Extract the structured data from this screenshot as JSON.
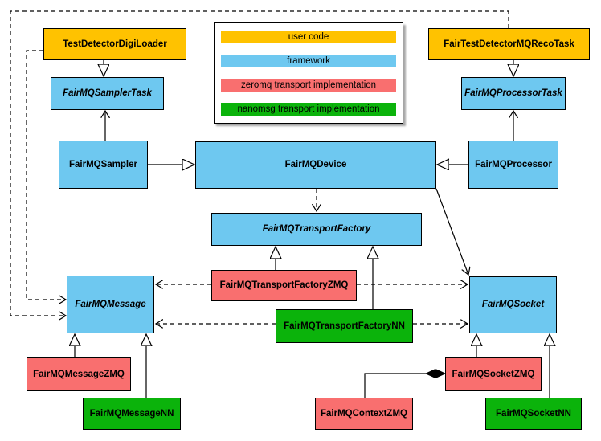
{
  "diagram": {
    "kind": "class-diagram",
    "subject": "FairMQ framework class relationships"
  },
  "colors": {
    "user_code": "#FFC200",
    "framework": "#6EC8F0",
    "zeromq": "#F96F6F",
    "nanomsg": "#0BB30B",
    "line": "#000000",
    "background": "#FFFFFF"
  },
  "legend": {
    "items": [
      {
        "label": "user code",
        "category": "user_code"
      },
      {
        "label": "framework",
        "category": "framework"
      },
      {
        "label": "zeromq transport implementation",
        "category": "zeromq"
      },
      {
        "label": "nanomsg transport implementation",
        "category": "nanomsg"
      }
    ]
  },
  "nodes": {
    "testDetectorDigiLoader": {
      "label": "TestDetectorDigiLoader",
      "category": "user_code",
      "abstract": false
    },
    "fairTestDetectorMQRecoTask": {
      "label": "FairTestDetectorMQRecoTask",
      "category": "user_code",
      "abstract": false
    },
    "fairMQSamplerTask": {
      "label": "FairMQSamplerTask",
      "category": "framework",
      "abstract": true
    },
    "fairMQProcessorTask": {
      "label": "FairMQProcessorTask",
      "category": "framework",
      "abstract": true
    },
    "fairMQSampler": {
      "label": "FairMQSampler",
      "category": "framework",
      "abstract": false
    },
    "fairMQDevice": {
      "label": "FairMQDevice",
      "category": "framework",
      "abstract": false
    },
    "fairMQProcessor": {
      "label": "FairMQProcessor",
      "category": "framework",
      "abstract": false
    },
    "fairMQTransportFactory": {
      "label": "FairMQTransportFactory",
      "category": "framework",
      "abstract": true
    },
    "fairMQTransportFactoryZMQ": {
      "label": "FairMQTransportFactoryZMQ",
      "category": "zeromq",
      "abstract": false
    },
    "fairMQTransportFactoryNN": {
      "label": "FairMQTransportFactoryNN",
      "category": "nanomsg",
      "abstract": false
    },
    "fairMQMessage": {
      "label": "FairMQMessage",
      "category": "framework",
      "abstract": true
    },
    "fairMQSocket": {
      "label": "FairMQSocket",
      "category": "framework",
      "abstract": true
    },
    "fairMQMessageZMQ": {
      "label": "FairMQMessageZMQ",
      "category": "zeromq",
      "abstract": false
    },
    "fairMQMessageNN": {
      "label": "FairMQMessageNN",
      "category": "nanomsg",
      "abstract": false
    },
    "fairMQContextZMQ": {
      "label": "FairMQContextZMQ",
      "category": "zeromq",
      "abstract": false
    },
    "fairMQSocketZMQ": {
      "label": "FairMQSocketZMQ",
      "category": "zeromq",
      "abstract": false
    },
    "fairMQSocketNN": {
      "label": "FairMQSocketNN",
      "category": "nanomsg",
      "abstract": false
    }
  },
  "edges": [
    {
      "from": "testDetectorDigiLoader",
      "to": "fairMQSamplerTask",
      "type": "inheritance-triangle"
    },
    {
      "from": "fairTestDetectorMQRecoTask",
      "to": "fairMQProcessorTask",
      "type": "inheritance-triangle"
    },
    {
      "from": "fairMQSampler",
      "to": "fairMQSamplerTask",
      "type": "open-arrow"
    },
    {
      "from": "fairMQProcessor",
      "to": "fairMQProcessorTask",
      "type": "open-arrow"
    },
    {
      "from": "fairMQSampler",
      "to": "fairMQDevice",
      "type": "inheritance-triangle"
    },
    {
      "from": "fairMQProcessor",
      "to": "fairMQDevice",
      "type": "inheritance-triangle"
    },
    {
      "from": "fairMQDevice",
      "to": "fairMQTransportFactory",
      "type": "dashed-arrow"
    },
    {
      "from": "fairMQDevice",
      "to": "fairMQSocket",
      "type": "open-arrow"
    },
    {
      "from": "testDetectorDigiLoader",
      "to": "fairMQMessage",
      "type": "dashed-arrow"
    },
    {
      "from": "fairTestDetectorMQRecoTask",
      "to": "fairMQMessage",
      "type": "dashed-arrow"
    },
    {
      "from": "fairMQTransportFactoryZMQ",
      "to": "fairMQTransportFactory",
      "type": "inheritance-triangle"
    },
    {
      "from": "fairMQTransportFactoryNN",
      "to": "fairMQTransportFactory",
      "type": "inheritance-triangle"
    },
    {
      "from": "fairMQTransportFactoryZMQ",
      "to": "fairMQMessage",
      "type": "dashed-arrow"
    },
    {
      "from": "fairMQTransportFactoryZMQ",
      "to": "fairMQSocket",
      "type": "dashed-arrow"
    },
    {
      "from": "fairMQTransportFactoryNN",
      "to": "fairMQMessage",
      "type": "dashed-arrow"
    },
    {
      "from": "fairMQTransportFactoryNN",
      "to": "fairMQSocket",
      "type": "dashed-arrow"
    },
    {
      "from": "fairMQMessageZMQ",
      "to": "fairMQMessage",
      "type": "inheritance-triangle"
    },
    {
      "from": "fairMQMessageNN",
      "to": "fairMQMessage",
      "type": "inheritance-triangle"
    },
    {
      "from": "fairMQSocketZMQ",
      "to": "fairMQSocket",
      "type": "inheritance-triangle"
    },
    {
      "from": "fairMQSocketNN",
      "to": "fairMQSocket",
      "type": "inheritance-triangle"
    },
    {
      "from": "fairMQContextZMQ",
      "to": "fairMQSocketZMQ",
      "type": "composition-diamond"
    }
  ]
}
